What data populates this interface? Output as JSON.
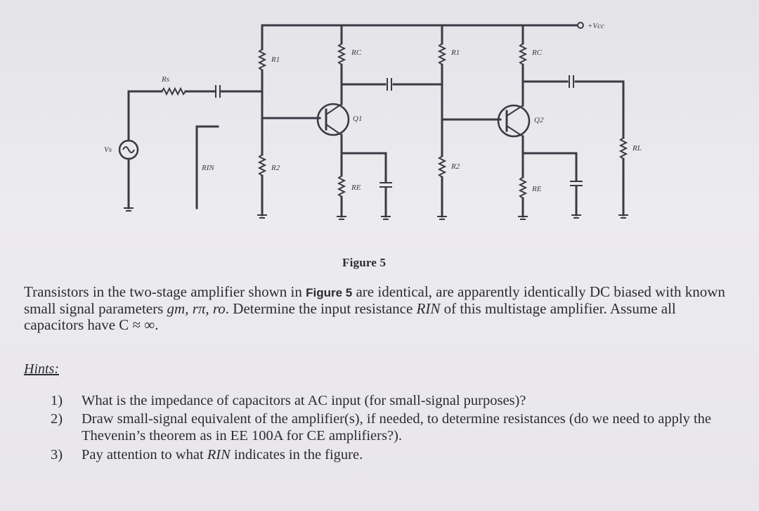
{
  "figure": {
    "caption": "Figure 5",
    "labels": {
      "vcc": "+Vcc",
      "vs": "Vs",
      "rs": "Rs",
      "rin": "RIN",
      "r1_a": "R1",
      "r2_a": "R2",
      "rc_a": "RC",
      "re_a": "RE",
      "q1": "Q1",
      "r1_b": "R1",
      "r2_b": "R2",
      "rc_b": "RC",
      "re_b": "RE",
      "q2": "Q2",
      "rl": "RL"
    }
  },
  "problem": {
    "p1": "Transistors in the two-stage amplifier shown in ",
    "fig_ref": "Figure 5",
    "p2": " are identical, are apparently identically DC biased with known small signal parameters ",
    "params": "gm, rπ, ro",
    "p3": ". Determine the input resistance ",
    "rin": "RIN",
    "p4": " of this multistage amplifier. Assume all capacitors have C ≈ ∞."
  },
  "hints": {
    "title": "Hints:",
    "items": [
      {
        "num": "1)",
        "text": "What is the impedance of capacitors at AC input (for small-signal purposes)?"
      },
      {
        "num": "2)",
        "text": "Draw small-signal equivalent of the amplifier(s), if needed, to determine resistances (do we need to apply the Thevenin’s theorem as in EE 100A for CE amplifiers?)."
      },
      {
        "num": "3)",
        "text_before": "Pay attention to what ",
        "rin": "RIN",
        "text_after": " indicates in the figure."
      }
    ]
  }
}
